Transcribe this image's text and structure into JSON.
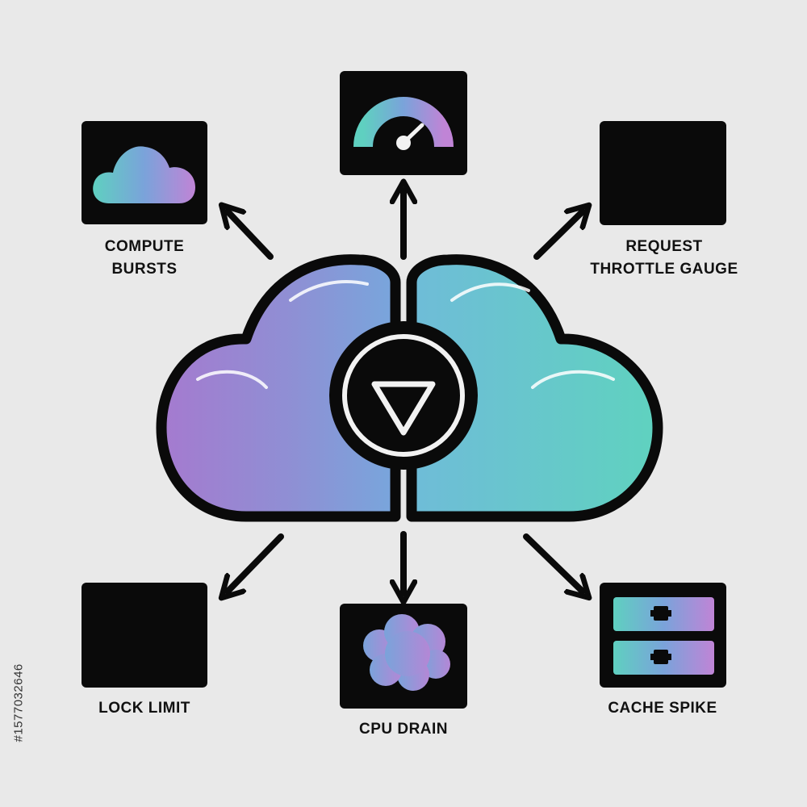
{
  "colors": {
    "background": "#e9e9e9",
    "outline": "#0a0a0a",
    "teal": "#5fd0c0",
    "blue": "#7aa3da",
    "purple": "#a07ad0",
    "pink": "#c68ad8"
  },
  "center": {
    "icon": "triangle-down-icon"
  },
  "nodes": [
    {
      "id": "compute-bursts",
      "icon": "cloud-icon",
      "label": [
        "COMPUTE",
        "BURSTS"
      ]
    },
    {
      "id": "gauge",
      "icon": "speedometer-icon",
      "label": []
    },
    {
      "id": "request-throttle-gauge",
      "icon": "list-panel-icon",
      "label": [
        "REQUEST",
        "THROTTLE GAUGE"
      ]
    },
    {
      "id": "lock-limit",
      "icon": "grid-list-icon",
      "label": [
        "LOCK LIMIT"
      ]
    },
    {
      "id": "cpu-drain",
      "icon": "cloud-blob-icon",
      "label": [
        "CPU DRAIN"
      ]
    },
    {
      "id": "cache-spike",
      "icon": "server-stack-icon",
      "label": [
        "CACHE SPIKE"
      ]
    }
  ],
  "watermark": {
    "id_text": "#1577032646"
  }
}
